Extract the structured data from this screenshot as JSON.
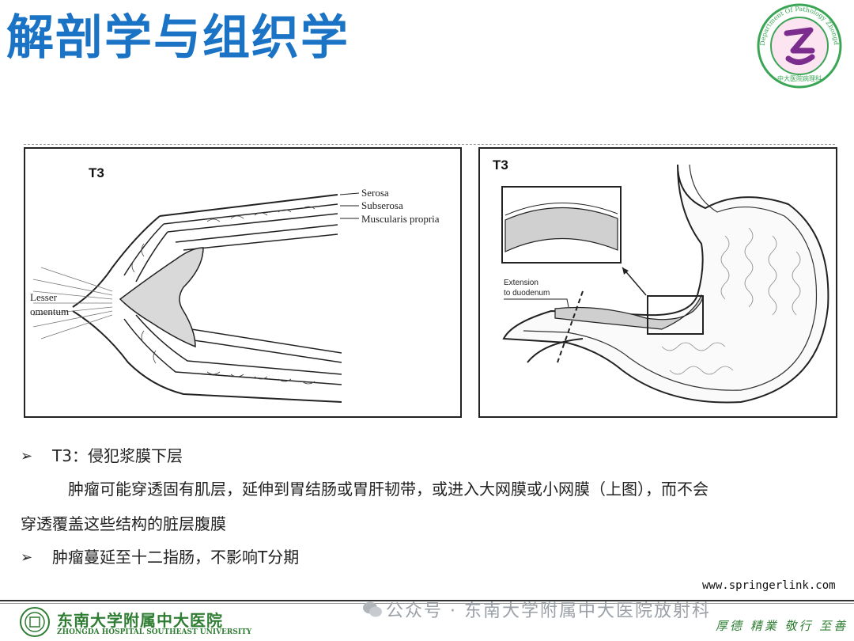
{
  "title": "解剖学与组织学",
  "logo": {
    "ring_text": "Department Of Pathology Zhongda Hospital",
    "bottom_text": "中大医院病理科",
    "color": "#3aa655",
    "accent": "#7b2d8e"
  },
  "figure_left": {
    "label": "T3",
    "layers": [
      "Serosa",
      "Subserosa",
      "Muscularis propria"
    ],
    "side_label_1": "Lesser",
    "side_label_2": "omentum"
  },
  "figure_right": {
    "label": "T3",
    "annotation_1": "Extension",
    "annotation_2": "to duodenum"
  },
  "body": {
    "bullet1": "T3：侵犯浆膜下层",
    "para_line1": "肿瘤可能穿透固有肌层，延伸到胃结肠或胃肝韧带，或进入大网膜或小网膜（上图），而不会",
    "para_line2": "穿透覆盖这些结构的脏层腹膜",
    "bullet2": "肿瘤蔓延至十二指肠，不影响T分期"
  },
  "source": "www.springerlink.com",
  "footer": {
    "hospital_cn": "东南大学附属中大医院",
    "hospital_en": "ZHONGDA HOSPITAL SOUTHEAST UNIVERSITY",
    "motto": "厚德 精業 敬行 至善",
    "watermark": "公众号 · 东南大学附属中大医院放射科"
  }
}
